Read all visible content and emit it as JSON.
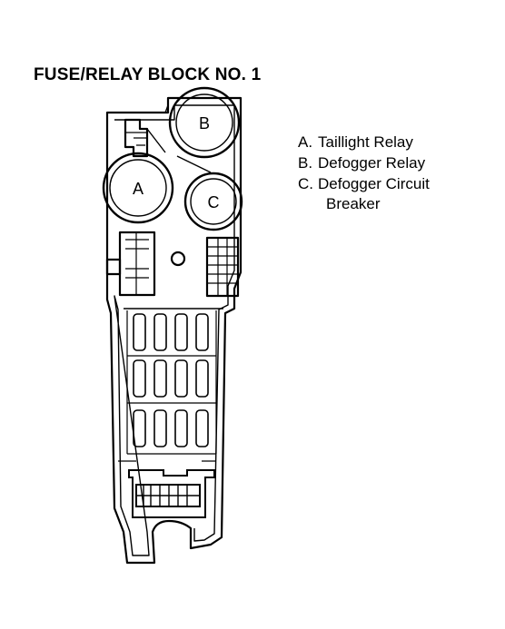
{
  "title": "FUSE/RELAY BLOCK NO. 1",
  "components": {
    "a": "A",
    "b": "B",
    "c": "C"
  },
  "legend": [
    {
      "key": "A.",
      "text": "Taillight Relay"
    },
    {
      "key": "B.",
      "text": "Defogger Relay"
    },
    {
      "key": "C.",
      "text": "Defogger Circuit"
    }
  ],
  "legend_cont": "Breaker",
  "colors": {
    "line": "#000000",
    "background": "#ffffff"
  }
}
